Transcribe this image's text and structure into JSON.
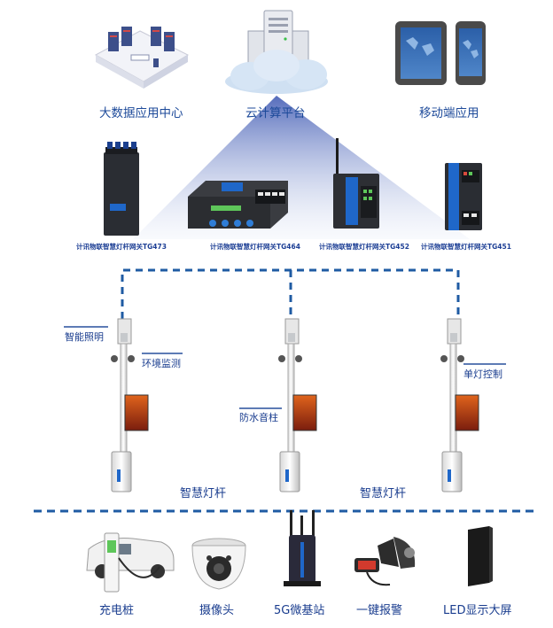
{
  "top": {
    "big_data": "大数据应用中心",
    "cloud": "云计算平台",
    "mobile": "移动端应用"
  },
  "gateways": [
    "计讯物联智慧灯杆网关TG473",
    "计讯物联智慧灯杆网关TG464",
    "计讯物联智慧灯杆网关TG452",
    "计讯物联智慧灯杆网关TG451"
  ],
  "poles": {
    "smart_lighting": "智能照明",
    "env_monitor": "环境监测",
    "waterproof_speaker": "防水音柱",
    "single_light": "单灯控制",
    "smart_pole_1": "智慧灯杆",
    "smart_pole_2": "智慧灯杆"
  },
  "devices": [
    "充电桩",
    "摄像头",
    "5G微基站",
    "一键报警",
    "LED显示大屏"
  ],
  "colors": {
    "accent": "#1a3d8f",
    "dash": "#1f5ba3",
    "beam": "#6f86c8"
  }
}
